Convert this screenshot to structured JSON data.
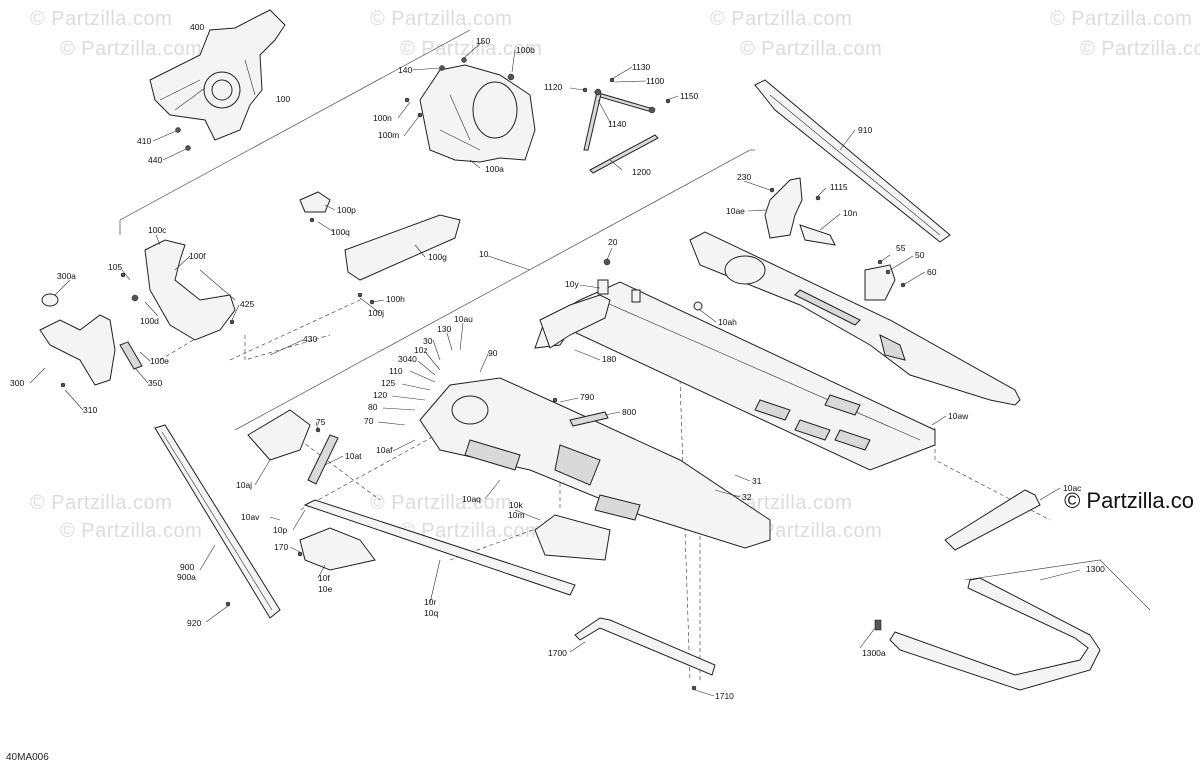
{
  "watermark": {
    "text": "© Partzilla.com",
    "brand_text": "© Partzilla.co"
  },
  "figure_code": "40MA006",
  "callouts": {
    "c400": "400",
    "c150": "150",
    "c100b": "100b",
    "c140": "140",
    "c100": "100",
    "c100n": "100n",
    "c100m": "100m",
    "c100a": "100a",
    "c410": "410",
    "c440": "440",
    "c1130": "1130",
    "c1120": "1120",
    "c1100": "1100",
    "c1150": "1150",
    "c1140": "1140",
    "c1200": "1200",
    "c910": "910",
    "c230": "230",
    "c1115": "1115",
    "c10ae": "10ae",
    "c10n": "10n",
    "c55": "55",
    "c50": "50",
    "c60": "60",
    "c100p": "100p",
    "c100q": "100q",
    "c100c": "100c",
    "c100f": "100f",
    "c105": "105",
    "c100g": "100g",
    "c10": "10",
    "c20": "20",
    "c10y": "10y",
    "c300a": "300a",
    "c100d": "100d",
    "c425": "425",
    "c100h": "100h",
    "c100j": "100j",
    "c10ah": "10ah",
    "c130": "130",
    "c10au": "10au",
    "c30": "30",
    "c10z": "10z",
    "c3040": "3040",
    "c110": "110",
    "c125": "125",
    "c120": "120",
    "c80": "80",
    "c70": "70",
    "c10af": "10af",
    "c90": "90",
    "c180": "180",
    "c430": "430",
    "c300": "300",
    "c350": "350",
    "c100e": "100e",
    "c310": "310",
    "c790": "790",
    "c800": "800",
    "c10aw": "10aw",
    "c75": "75",
    "c10at": "10at",
    "c10aj": "10aj",
    "c31": "31",
    "c32": "32",
    "c10aq": "10aq",
    "c10k": "10k",
    "c10m": "10m",
    "c10ac": "10ac",
    "c10av": "10av",
    "c10p": "10p",
    "c170": "170",
    "c10f": "10f",
    "c10e": "10e",
    "c900": "900",
    "c900a": "900a",
    "c920": "920",
    "c10r": "10r",
    "c10q": "10q",
    "c1300": "1300",
    "c1700": "1700",
    "c1300a": "1300a",
    "c1710": "1710"
  }
}
